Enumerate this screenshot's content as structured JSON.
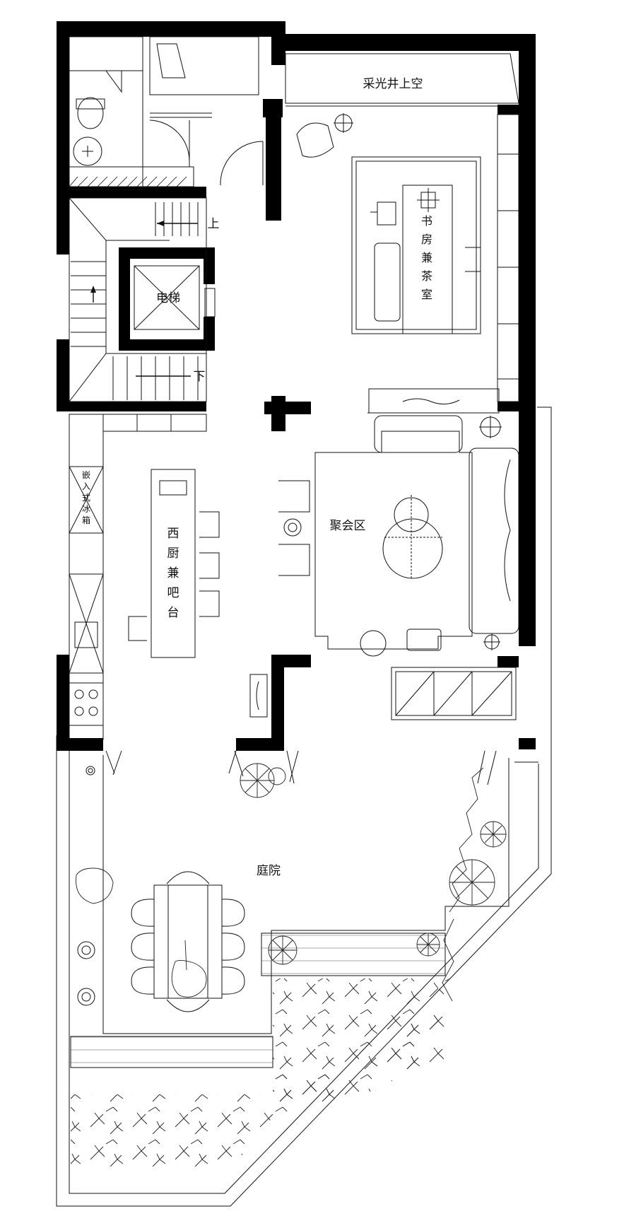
{
  "plan": {
    "rooms": {
      "skylight": "采光井上空",
      "elevator": "电梯",
      "study": "书房兼茶室",
      "kitchen": "西厨兼吧台",
      "fridge": "嵌入式冰箱",
      "lounge": "聚会区",
      "courtyard": "庭院"
    },
    "stairs": {
      "up": "上",
      "down": "下"
    }
  }
}
